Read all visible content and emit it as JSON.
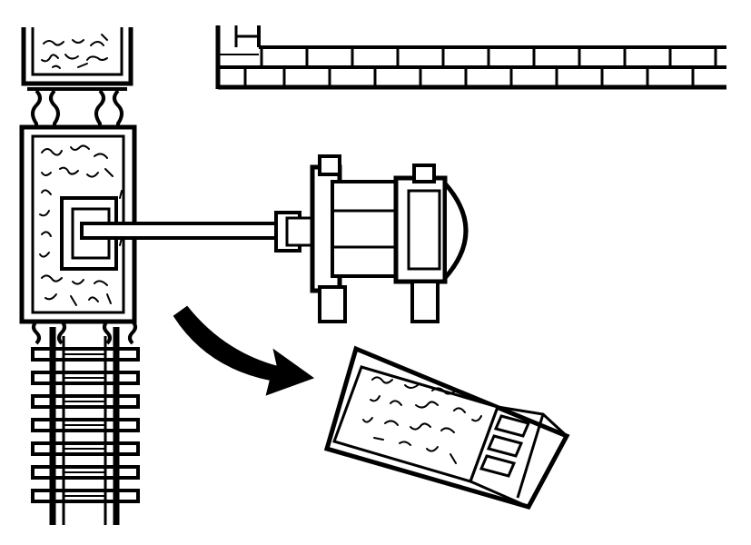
{
  "diagram": {
    "colors": {
      "ink": "#000000",
      "paper": "#ffffff"
    },
    "elements": [
      "track-rails",
      "bin-hopper",
      "loaded-bin",
      "hydraulic-ram-unit",
      "brick-wall",
      "discharge-arrow-icon",
      "ejected-bale"
    ]
  }
}
